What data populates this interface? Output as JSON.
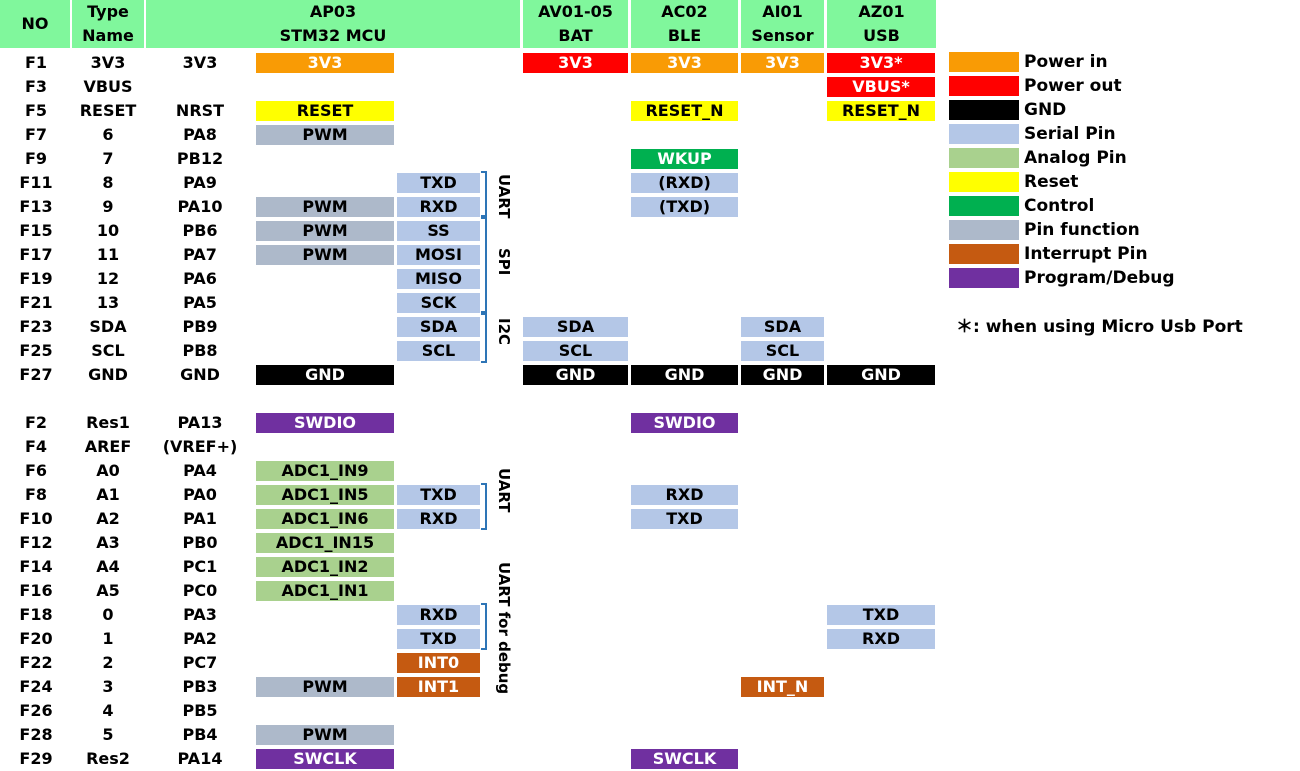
{
  "headers": [
    {
      "lines": [
        "NO"
      ]
    },
    {
      "lines": [
        "Type",
        "Name"
      ]
    },
    {
      "lines": [
        "AP03",
        "STM32 MCU"
      ]
    },
    {
      "lines": [
        "AV01-05",
        "BAT"
      ]
    },
    {
      "lines": [
        "AC02",
        "BLE"
      ]
    },
    {
      "lines": [
        "AI01",
        "Sensor"
      ]
    },
    {
      "lines": [
        "AZ01",
        "USB"
      ]
    }
  ],
  "rows": [
    {
      "no": "F1",
      "type": "3V3",
      "pin": "3V3",
      "fn": {
        "t": "3V3",
        "c": "pw-in"
      },
      "bat": {
        "t": "3V3",
        "c": "pw-out"
      },
      "ble": {
        "t": "3V3",
        "c": "pw-in"
      },
      "sensor": {
        "t": "3V3",
        "c": "pw-in"
      },
      "usb": {
        "t": "3V3*",
        "c": "pw-out"
      }
    },
    {
      "no": "F3",
      "type": "VBUS",
      "usb": {
        "t": "VBUS*",
        "c": "pw-out"
      }
    },
    {
      "no": "F5",
      "type": "RESET",
      "pin": "NRST",
      "fn": {
        "t": "RESET",
        "c": "reset"
      },
      "ble": {
        "t": "RESET_N",
        "c": "reset"
      },
      "usb": {
        "t": "RESET_N",
        "c": "reset"
      }
    },
    {
      "no": "F7",
      "type": "6",
      "pin": "PA8",
      "fn": {
        "t": "PWM",
        "c": "func"
      }
    },
    {
      "no": "F9",
      "type": "7",
      "pin": "PB12",
      "ble": {
        "t": "WKUP",
        "c": "control"
      }
    },
    {
      "no": "F11",
      "type": "8",
      "pin": "PA9",
      "io": {
        "t": "TXD",
        "c": "serial"
      },
      "ble": {
        "t": "(RXD)",
        "c": "serial"
      }
    },
    {
      "no": "F13",
      "type": "9",
      "pin": "PA10",
      "fn": {
        "t": "PWM",
        "c": "func"
      },
      "io": {
        "t": "RXD",
        "c": "serial"
      },
      "ble": {
        "t": "(TXD)",
        "c": "serial"
      }
    },
    {
      "no": "F15",
      "type": "10",
      "pin": "PB6",
      "fn": {
        "t": "PWM",
        "c": "func"
      },
      "io": {
        "t": "SS",
        "c": "serial"
      }
    },
    {
      "no": "F17",
      "type": "11",
      "pin": "PA7",
      "fn": {
        "t": "PWM",
        "c": "func"
      },
      "io": {
        "t": "MOSI",
        "c": "serial"
      }
    },
    {
      "no": "F19",
      "type": "12",
      "pin": "PA6",
      "io": {
        "t": "MISO",
        "c": "serial"
      }
    },
    {
      "no": "F21",
      "type": "13",
      "pin": "PA5",
      "io": {
        "t": "SCK",
        "c": "serial"
      }
    },
    {
      "no": "F23",
      "type": "SDA",
      "pin": "PB9",
      "io": {
        "t": "SDA",
        "c": "serial"
      },
      "bat": {
        "t": "SDA",
        "c": "serial"
      },
      "sensor": {
        "t": "SDA",
        "c": "serial"
      }
    },
    {
      "no": "F25",
      "type": "SCL",
      "pin": "PB8",
      "io": {
        "t": "SCL",
        "c": "serial"
      },
      "bat": {
        "t": "SCL",
        "c": "serial"
      },
      "sensor": {
        "t": "SCL",
        "c": "serial"
      }
    },
    {
      "no": "F27",
      "type": "GND",
      "pin": "GND",
      "fn": {
        "t": "GND",
        "c": "gnd"
      },
      "bat": {
        "t": "GND",
        "c": "gnd"
      },
      "ble": {
        "t": "GND",
        "c": "gnd"
      },
      "sensor": {
        "t": "GND",
        "c": "gnd"
      },
      "usb": {
        "t": "GND",
        "c": "gnd"
      }
    },
    {
      "no": "F2",
      "type": "Res1",
      "pin": "PA13",
      "fn": {
        "t": "SWDIO",
        "c": "prog"
      },
      "ble": {
        "t": "SWDIO",
        "c": "prog"
      }
    },
    {
      "no": "F4",
      "type": "AREF",
      "pin": "(VREF+)"
    },
    {
      "no": "F6",
      "type": "A0",
      "pin": "PA4",
      "fn": {
        "t": "ADC1_IN9",
        "c": "analog"
      }
    },
    {
      "no": "F8",
      "type": "A1",
      "pin": "PA0",
      "fn": {
        "t": "ADC1_IN5",
        "c": "analog"
      },
      "io": {
        "t": "TXD",
        "c": "serial"
      },
      "ble": {
        "t": "RXD",
        "c": "serial"
      }
    },
    {
      "no": "F10",
      "type": "A2",
      "pin": "PA1",
      "fn": {
        "t": "ADC1_IN6",
        "c": "analog"
      },
      "io": {
        "t": "RXD",
        "c": "serial"
      },
      "ble": {
        "t": "TXD",
        "c": "serial"
      }
    },
    {
      "no": "F12",
      "type": "A3",
      "pin": "PB0",
      "fn": {
        "t": "ADC1_IN15",
        "c": "analog"
      }
    },
    {
      "no": "F14",
      "type": "A4",
      "pin": "PC1",
      "fn": {
        "t": "ADC1_IN2",
        "c": "analog"
      }
    },
    {
      "no": "F16",
      "type": "A5",
      "pin": "PC0",
      "fn": {
        "t": "ADC1_IN1",
        "c": "analog"
      }
    },
    {
      "no": "F18",
      "type": "0",
      "pin": "PA3",
      "io": {
        "t": "RXD",
        "c": "serial"
      },
      "usb": {
        "t": "TXD",
        "c": "serial"
      }
    },
    {
      "no": "F20",
      "type": "1",
      "pin": "PA2",
      "io": {
        "t": "TXD",
        "c": "serial"
      },
      "usb": {
        "t": "RXD",
        "c": "serial"
      }
    },
    {
      "no": "F22",
      "type": "2",
      "pin": "PC7",
      "io": {
        "t": "INT0",
        "c": "intr"
      }
    },
    {
      "no": "F24",
      "type": "3",
      "pin": "PB3",
      "fn": {
        "t": "PWM",
        "c": "func"
      },
      "io": {
        "t": "INT1",
        "c": "intr"
      },
      "sensor": {
        "t": "INT_N",
        "c": "intr"
      }
    },
    {
      "no": "F26",
      "type": "4",
      "pin": "PB5"
    },
    {
      "no": "F28",
      "type": "5",
      "pin": "PB4",
      "fn": {
        "t": "PWM",
        "c": "func"
      }
    },
    {
      "no": "F29",
      "type": "Res2",
      "pin": "PA14",
      "fn": {
        "t": "SWCLK",
        "c": "prog"
      },
      "ble": {
        "t": "SWCLK",
        "c": "prog"
      }
    }
  ],
  "group_labels": {
    "uart_1": "UART",
    "spi": "SPI",
    "i2c": "I2C",
    "uart_2": "UART",
    "uart_debug": "UART for debug"
  },
  "legend": [
    {
      "label": "Power in",
      "color": "#f99b05"
    },
    {
      "label": "Power out",
      "color": "#ff0000"
    },
    {
      "label": "GND",
      "color": "#000000"
    },
    {
      "label": "Serial Pin",
      "color": "#b4c7e7"
    },
    {
      "label": "Analog Pin",
      "color": "#a9d18e"
    },
    {
      "label": "Reset",
      "color": "#ffff00"
    },
    {
      "label": "Control",
      "color": "#00b050"
    },
    {
      "label": "Pin function",
      "color": "#adb9ca"
    },
    {
      "label": "Interrupt Pin",
      "color": "#c55a11"
    },
    {
      "label": "Program/Debug",
      "color": "#7030a0"
    }
  ],
  "note": "＊: when using Micro Usb Port"
}
